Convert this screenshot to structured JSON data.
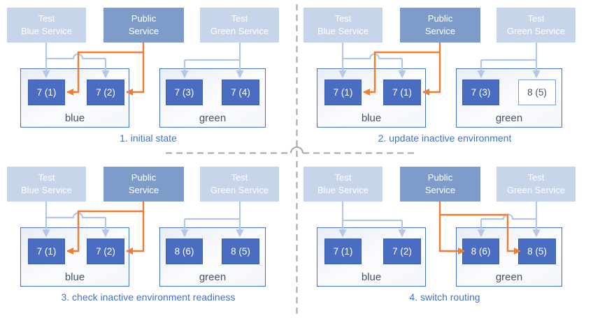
{
  "colors": {
    "light-service": "#c7d5ea",
    "public-service": "#7d9cc9",
    "instance-active": "#4b6dc1",
    "inactive-border": "#7f9dc9",
    "inactive-text": "#44546a",
    "env-border": "#4472c4",
    "env-label": "#44546a",
    "light-arrow": "#b4c7e7",
    "orange-arrow": "#ed7d31",
    "caption": "#4472c4",
    "divider": "#a6a6a6"
  },
  "services": [
    {
      "variant": "light",
      "lines": [
        "Test",
        "Blue Service"
      ]
    },
    {
      "variant": "dark",
      "lines": [
        "Public",
        "Service"
      ]
    },
    {
      "variant": "light",
      "lines": [
        "Test",
        "Green Service"
      ]
    }
  ],
  "panels": [
    {
      "caption": "1. initial state",
      "public_route": "blue",
      "environments": [
        {
          "label": "blue",
          "instances": [
            {
              "text": "7 (1)",
              "state": "active"
            },
            {
              "text": "7 (2)",
              "state": "active"
            }
          ]
        },
        {
          "label": "green",
          "instances": [
            {
              "text": "7 (3)",
              "state": "active"
            },
            {
              "text": "7 (4)",
              "state": "active"
            }
          ]
        }
      ]
    },
    {
      "caption": "2. update inactive environment",
      "public_route": "blue",
      "environments": [
        {
          "label": "blue",
          "instances": [
            {
              "text": "7 (1)",
              "state": "active"
            },
            {
              "text": "7 (1)",
              "state": "active"
            }
          ]
        },
        {
          "label": "green",
          "instances": [
            {
              "text": "7 (3)",
              "state": "active"
            },
            {
              "text": "8 (5)",
              "state": "inactive"
            }
          ]
        }
      ]
    },
    {
      "caption": "3. check inactive environment readiness",
      "public_route": "blue",
      "environments": [
        {
          "label": "blue",
          "instances": [
            {
              "text": "7 (1)",
              "state": "active"
            },
            {
              "text": "7 (2)",
              "state": "active"
            }
          ]
        },
        {
          "label": "green",
          "instances": [
            {
              "text": "8 (6)",
              "state": "active"
            },
            {
              "text": "8 (5)",
              "state": "active"
            }
          ]
        }
      ]
    },
    {
      "caption": "4. switch routing",
      "public_route": "green",
      "environments": [
        {
          "label": "blue",
          "instances": [
            {
              "text": "7 (1)",
              "state": "active"
            },
            {
              "text": "7 (2)",
              "state": "active"
            }
          ]
        },
        {
          "label": "green",
          "instances": [
            {
              "text": "8 (6)",
              "state": "active"
            },
            {
              "text": "8 (5)",
              "state": "active"
            }
          ]
        }
      ]
    }
  ]
}
